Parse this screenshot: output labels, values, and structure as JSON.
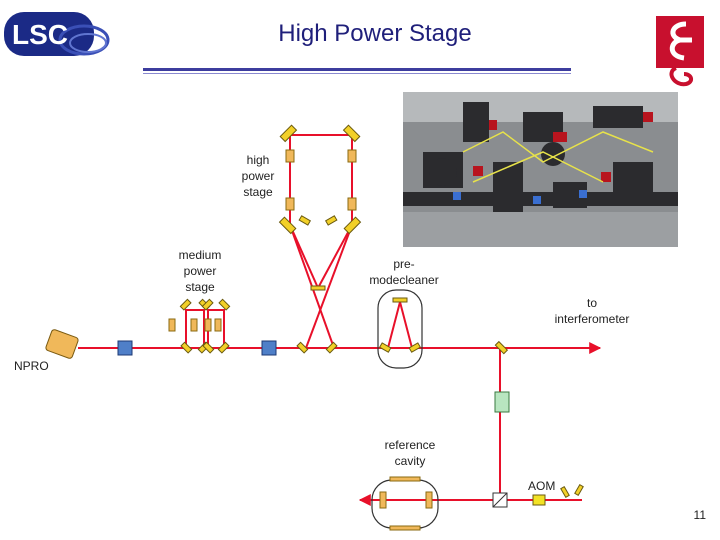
{
  "header": {
    "title": "High Power Stage",
    "logo_text": "LSC",
    "accent_color": "#1f1f7a"
  },
  "diagram": {
    "labels": {
      "high_power_stage": [
        "high",
        "power",
        "stage"
      ],
      "medium_power_stage": [
        "medium",
        "power",
        "stage"
      ],
      "pre_modecleaner": [
        "pre-",
        "modecleaner"
      ],
      "to_interferometer": [
        "to",
        "interferometer"
      ],
      "npro": "NPRO",
      "reference_cavity": [
        "reference",
        "cavity"
      ],
      "aom": "AOM"
    },
    "beam_color": "#e8102a",
    "mirror_color": "#f2d028",
    "lens_color": "#f0b85a",
    "modulator_color": "#4f7fc8",
    "green_component_color": "#b8e6c0"
  },
  "footer": {
    "page_number": "11"
  }
}
